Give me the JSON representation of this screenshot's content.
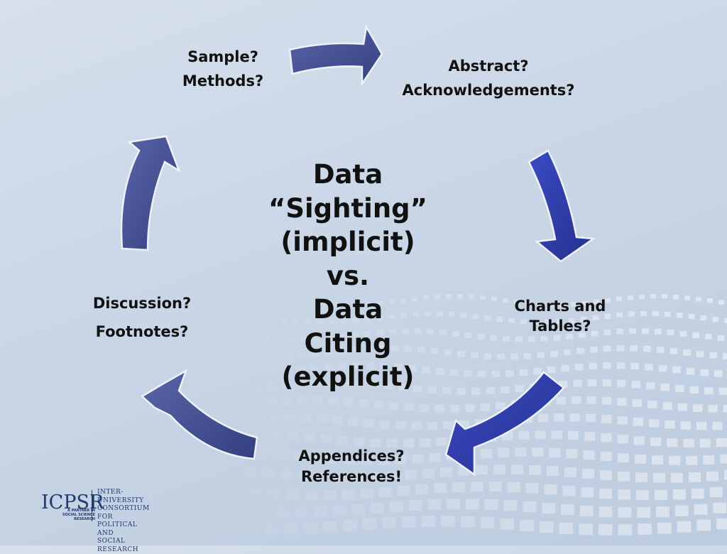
{
  "center": {
    "lines": [
      "Data",
      "“Sighting”",
      "(implicit)",
      "vs.",
      "Data",
      "Citing",
      "(explicit)"
    ]
  },
  "nodes": {
    "sample_methods": [
      "Sample?",
      "Methods?"
    ],
    "abstract_ack": [
      "Abstract?",
      "Acknowledgements?"
    ],
    "charts_tables": [
      "Charts and",
      "Tables?"
    ],
    "appendices_refs": [
      "Appendices?",
      "References!"
    ],
    "discussion_footnotes": [
      "Discussion?",
      "Footnotes?"
    ]
  },
  "logo": {
    "name": "ICPSR",
    "partner_lines": [
      "A PARTNER IN",
      "SOCIAL SCIENCE",
      "RESEARCH"
    ],
    "consortium_lines": [
      "INTER-UNIVERSITY",
      "CONSORTIUM FOR",
      "POLITICAL AND",
      "SOCIAL RESEARCH"
    ]
  },
  "colors": {
    "arrow_fill": "#3e4c8c",
    "arrow_fill_bright": "#2b3aa8",
    "arrow_edge": "#eef2f8",
    "background": "#c9d6e6",
    "logo": "#1f3a6b"
  }
}
